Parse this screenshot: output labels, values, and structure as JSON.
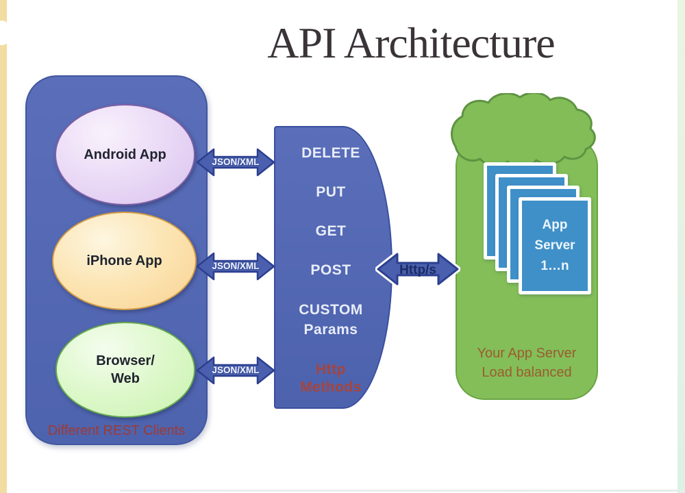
{
  "title": "API Architecture",
  "clients_panel": {
    "caption": "Different REST Clients",
    "clients": [
      {
        "line1": "Android App",
        "line2": ""
      },
      {
        "line1": "iPhone App",
        "line2": ""
      },
      {
        "line1": "Browser/",
        "line2": "Web"
      }
    ]
  },
  "arrows": {
    "json_xml": "JSON/XML",
    "https": "Http/s"
  },
  "methods_panel": {
    "methods": [
      "DELETE",
      "PUT",
      "GET",
      "POST"
    ],
    "custom_line1": "CUSTOM",
    "custom_line2": "Params",
    "caption_line1": "Http",
    "caption_line2": "Methods"
  },
  "server_panel": {
    "card_line1": "App",
    "card_line2": "Server",
    "card_line3": "1…n",
    "caption_line1": "Your App Server",
    "caption_line2": "Load balanced"
  },
  "colors": {
    "strip-cream": "#f1dda1",
    "title-color": "#3a3438",
    "panel-blue": "#5468b2",
    "arrow-blue": "#4a60ae",
    "arrow-border": "#2c3f8f",
    "panel-green": "#83be59",
    "card-blue": "#3f90c8",
    "caption-red": "#9e3a33",
    "http-methods-red": "#a5453c",
    "caption-brown": "#9b5c2e",
    "method-text": "#e8edf9",
    "https-text": "#1c2a64"
  }
}
